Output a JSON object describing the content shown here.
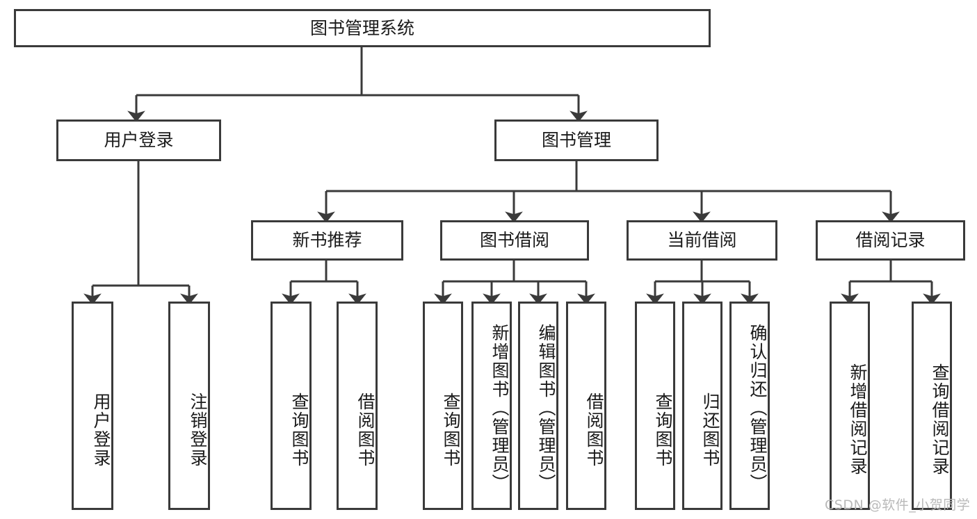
{
  "diagram": {
    "type": "tree-hierarchy-chart",
    "title": "图书管理系统",
    "line_color": "#3a3a3a",
    "box_fill": "#ffffff",
    "text_color": "#1a1a1a",
    "root": {
      "label": "图书管理系统"
    },
    "level2": [
      {
        "label": "用户登录"
      },
      {
        "label": "图书管理"
      }
    ],
    "level3": [
      {
        "label": "新书推荐"
      },
      {
        "label": "图书借阅"
      },
      {
        "label": "当前借阅"
      },
      {
        "label": "借阅记录"
      }
    ],
    "leaves": {
      "user_login": [
        {
          "label": "用户登录"
        },
        {
          "label": "注销登录"
        }
      ],
      "new_book_recommend": [
        {
          "label": "查询图书"
        },
        {
          "label": "借阅图书"
        }
      ],
      "book_borrow": [
        {
          "label": "查询图书"
        },
        {
          "label": "新增图书（管理员）"
        },
        {
          "label": "编辑图书（管理员）"
        },
        {
          "label": "借阅图书"
        }
      ],
      "current_borrow": [
        {
          "label": "查询图书"
        },
        {
          "label": "归还图书"
        },
        {
          "label": "确认归还（管理员）"
        }
      ],
      "borrow_record": [
        {
          "label": "新增借阅记录"
        },
        {
          "label": "查询借阅记录"
        }
      ]
    }
  },
  "watermark": {
    "text": "CSDN @软件_小贺同学"
  }
}
